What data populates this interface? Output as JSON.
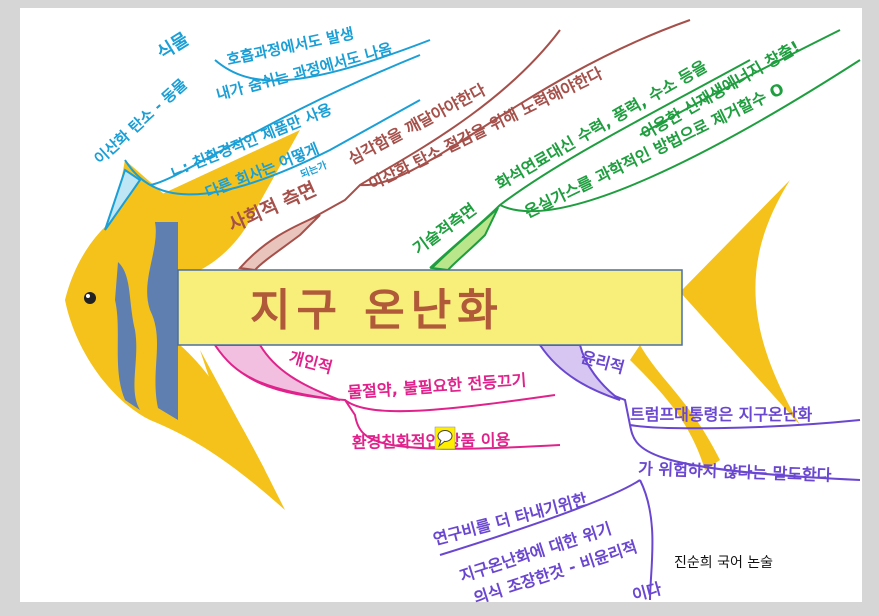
{
  "colors": {
    "fish": "#f4c21a",
    "stripe": "#5f7fb0",
    "blue_branch": "#1a9fd6",
    "brown_branch": "#a5504a",
    "green_branch": "#1f9e3f",
    "pink_branch": "#e0238c",
    "purple_branch": "#6a47d0",
    "title": "#b05a3a",
    "box_fill": "#f7ef7a"
  },
  "title": "지구 온난화",
  "branches": {
    "blue": {
      "main": "이산화 탄소 - 동물",
      "plant": "식물",
      "items": [
        "호흡과정에서도 발생",
        "내가 숨쉬는 과정에서도 나옴",
        "ㄴ: 친환경적인 제품만 사용",
        "다른 회사는 어떻게",
        "되는가"
      ]
    },
    "brown": {
      "label": "사회적 측면",
      "items": [
        "심각함을 깨달아야한다",
        "이산화 탄소 절감을 위해 노력해야한다"
      ]
    },
    "green": {
      "label": "기술적측면",
      "items": [
        "화석연료대신 수력, 풍력, 수소 등을",
        "이용한 신재생에너지 창출!",
        "온실가스를 과학적인 방법으로 제거할수 O"
      ]
    },
    "pink": {
      "label": "개인적",
      "items": [
        "물절약, 불필요한 전등끄기",
        "환경친화적인 상품 이용"
      ]
    },
    "purple": {
      "label": "윤리적",
      "items": [
        "트럼프대통령은 지구온난화",
        "가 위험하지 않다는 말도한다",
        "연구비를 더 타내기위한",
        "지구온난화에 대한 위기",
        "의식 조장한것 - 비윤리적",
        "이다"
      ]
    }
  },
  "author": "진순희 국어 논술",
  "icons": {
    "comment": "speech-bubble-icon"
  }
}
